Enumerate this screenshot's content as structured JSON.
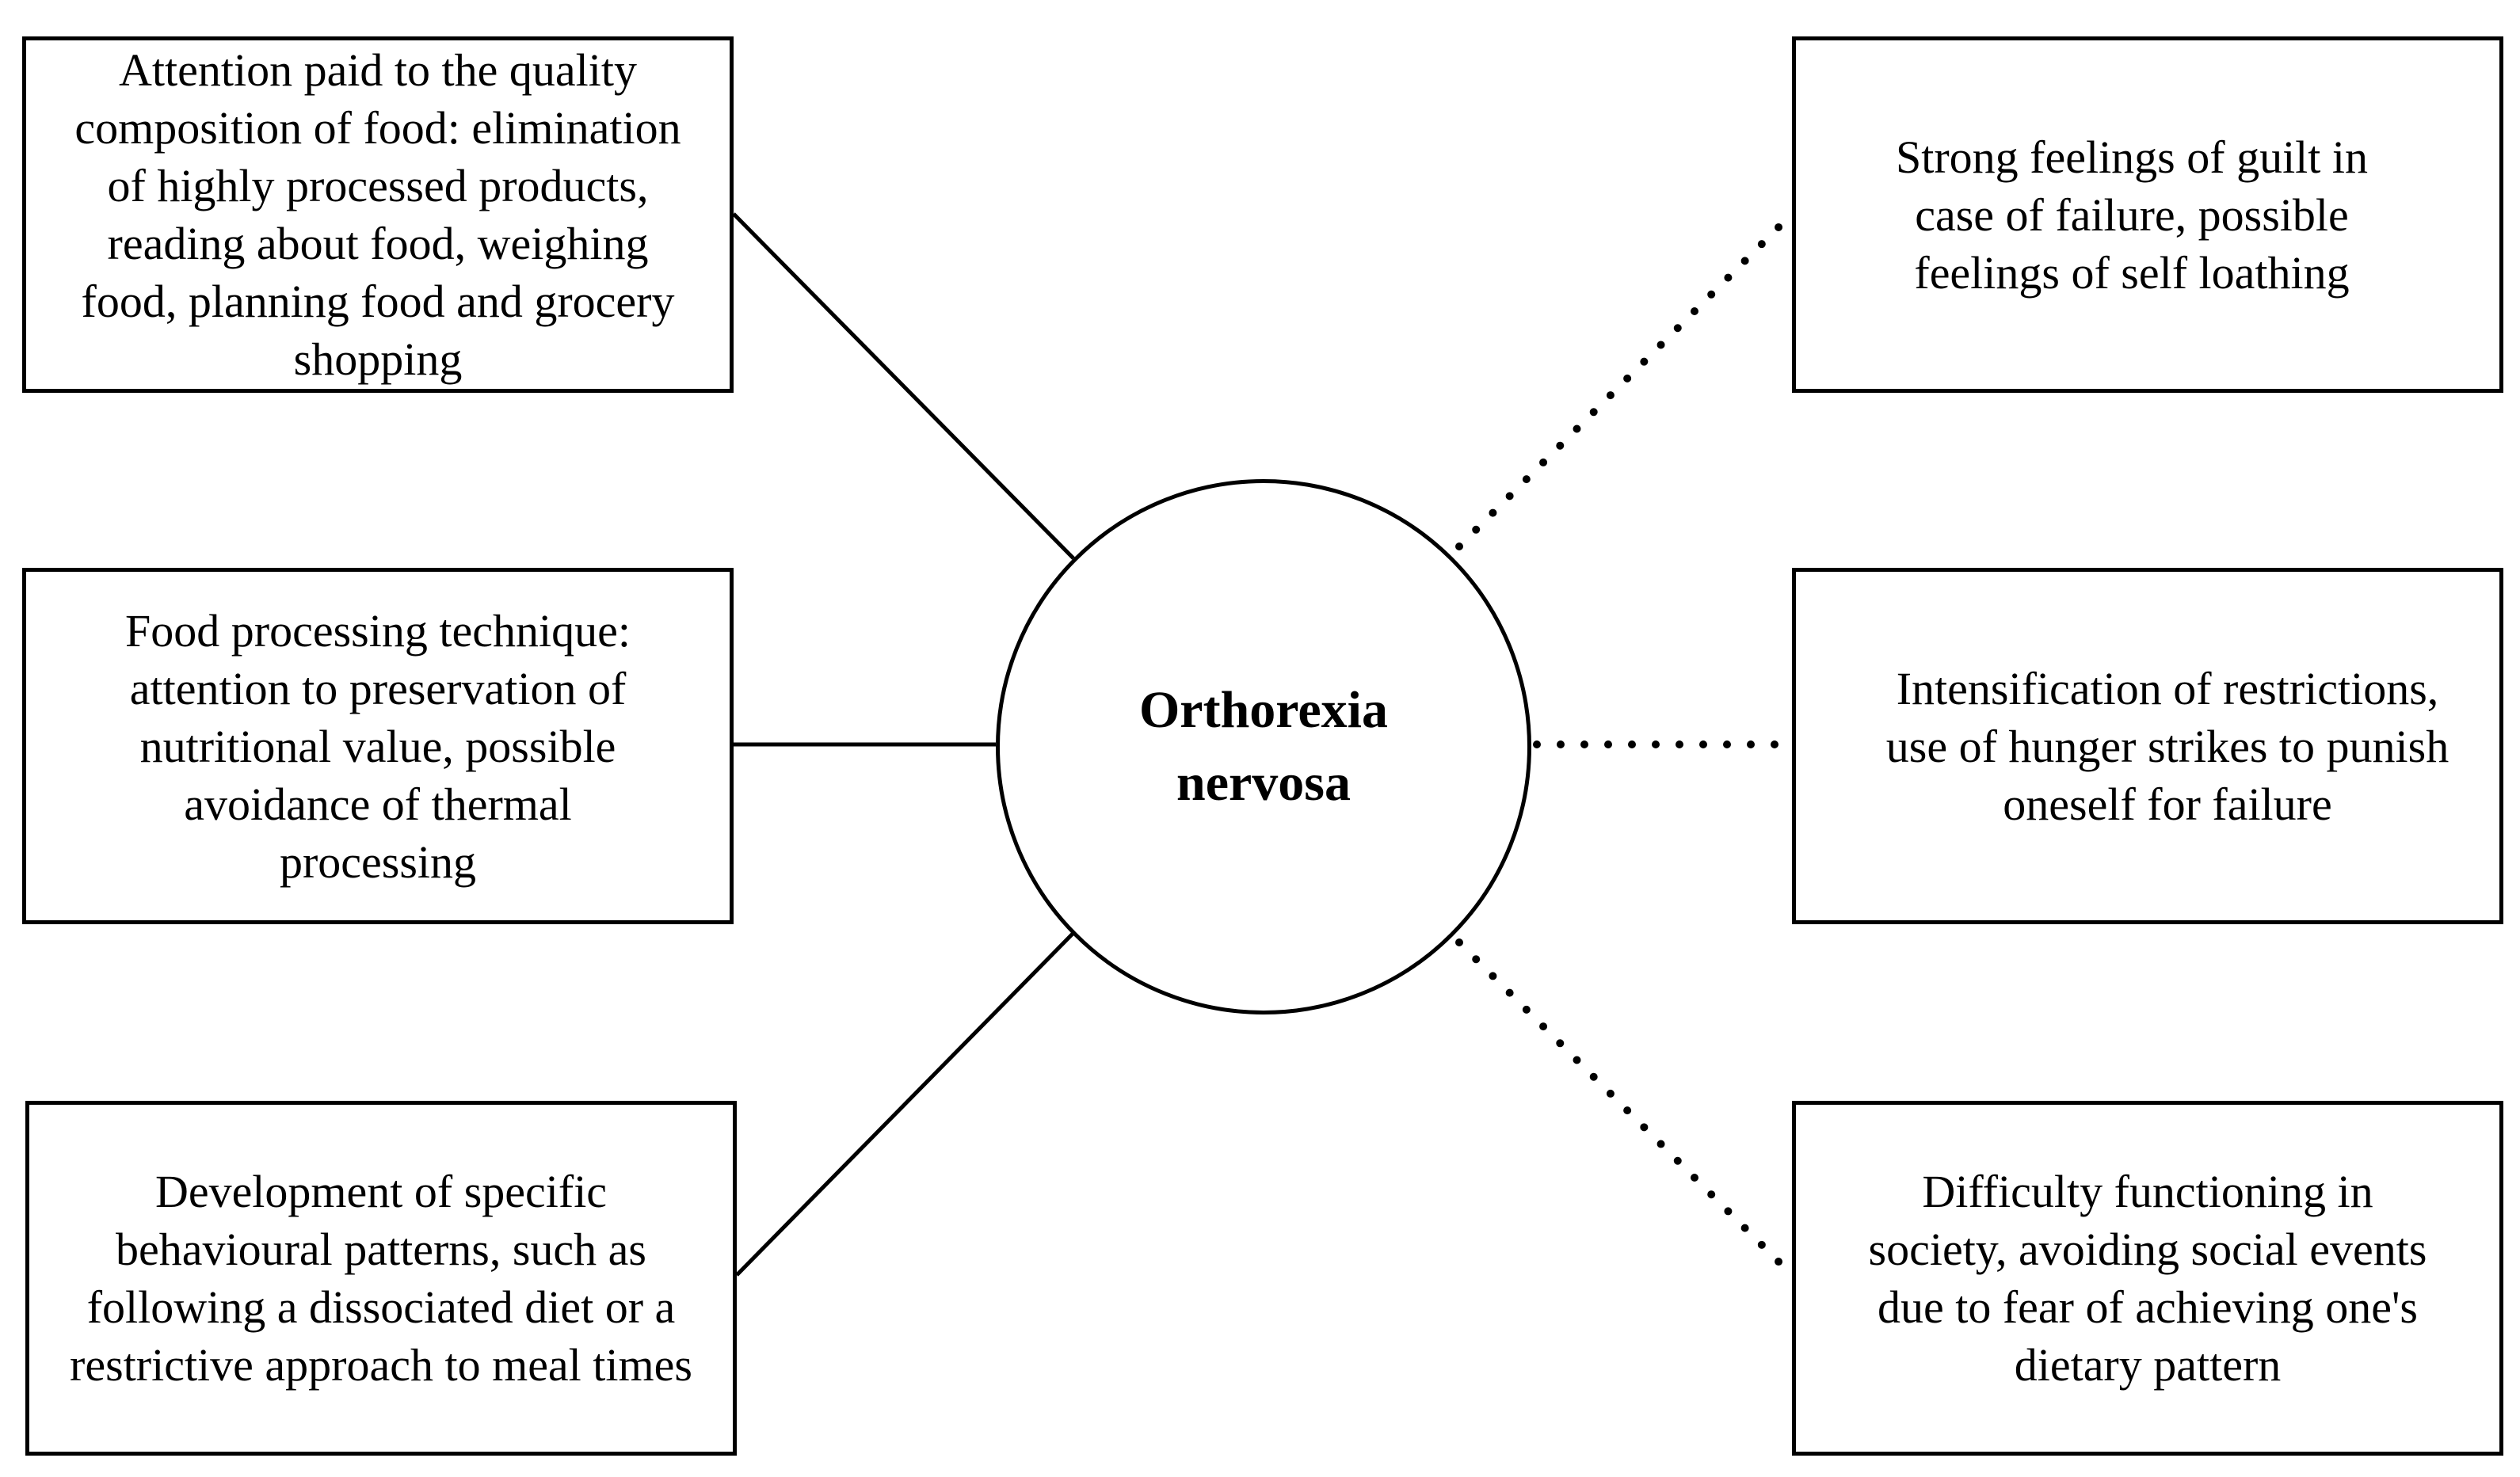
{
  "center": {
    "label": "Orthorexia nervosa"
  },
  "left_boxes": [
    {
      "text": "Attention paid to the quality composition of food: elimination of highly processed products, reading about food, weighing food, planning food and grocery shopping"
    },
    {
      "text": "Food processing technique: attention to preservation of nutritional value, possible avoidance of thermal processing"
    },
    {
      "text": "Development of specific behavioural patterns, such as following a dissociated diet or a restrictive approach to meal times"
    }
  ],
  "right_boxes": [
    {
      "text": "Strong feelings of guilt in case of failure, possible feelings of self loathing"
    },
    {
      "text": "Intensification of restrictions, use of hunger strikes to punish oneself for failure"
    },
    {
      "text": "Difficulty functioning in society, avoiding social events due to fear of achieving one's dietary pattern"
    }
  ],
  "connector_styles": {
    "left": "solid",
    "right": "dotted"
  }
}
